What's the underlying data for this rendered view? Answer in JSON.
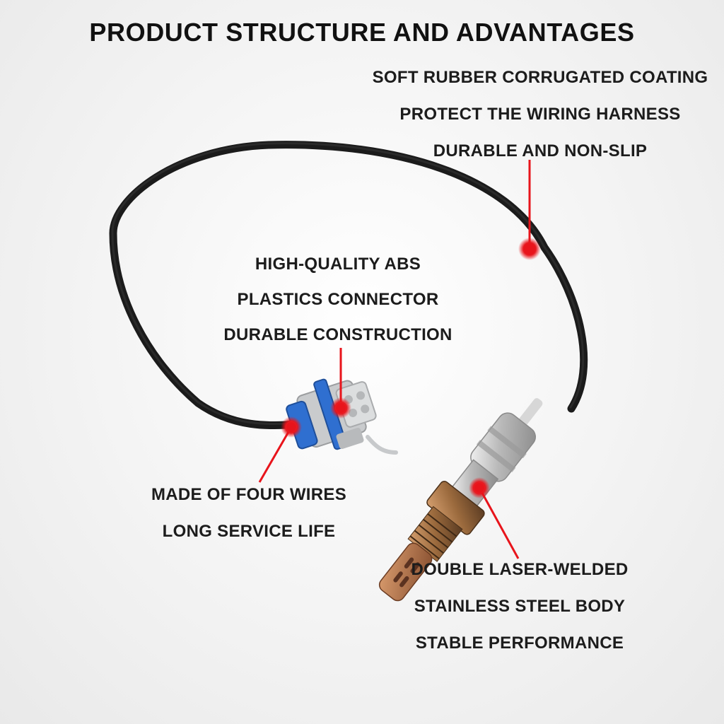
{
  "title": "PRODUCT STRUCTURE AND ADVANTAGES",
  "callouts": {
    "cable": {
      "lines": [
        "SOFT RUBBER CORRUGATED COATING",
        "PROTECT THE WIRING HARNESS",
        "DURABLE AND NON-SLIP"
      ]
    },
    "connector": {
      "lines": [
        "HIGH-QUALITY ABS",
        "PLASTICS CONNECTOR",
        "DURABLE CONSTRUCTION"
      ]
    },
    "wires": {
      "lines": [
        "MADE OF FOUR WIRES",
        "LONG SERVICE LIFE"
      ]
    },
    "body": {
      "lines": [
        "DOUBLE LASER-WELDED",
        "STAINLESS STEEL BODY",
        "STABLE PERFORMANCE"
      ]
    }
  },
  "colors": {
    "marker": "#e8141b",
    "cable": "#1b1b1b",
    "connector_clip": "#2f6fd0",
    "connector_body": "#cfd1d3"
  }
}
